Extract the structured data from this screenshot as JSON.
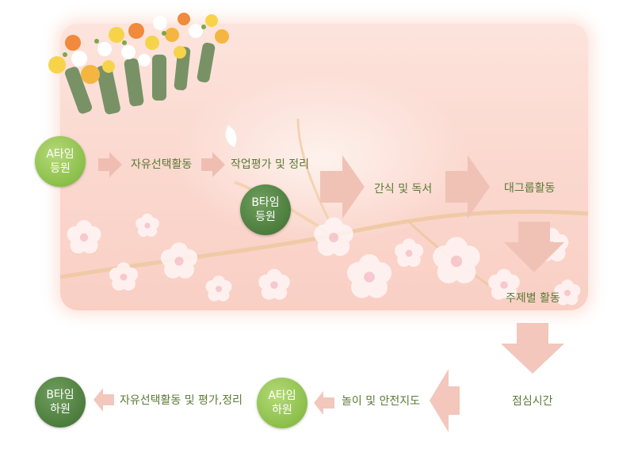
{
  "nodes": {
    "a_arrival": "A타임\n등원",
    "b_arrival": "B타임\n등원",
    "a_departure": "A타임\n하원",
    "b_departure": "B타임\n하원"
  },
  "steps": {
    "free_choice": "자유선택활동",
    "work_review": "작업평가 및 정리",
    "snack_reading": "간식 및 독서",
    "large_group": "대그룹활동",
    "theme_activity": "주제별 활동",
    "lunch": "점심시간",
    "play_safety": "놀이 및 안전지도",
    "free_choice_review": "자유선택활동 및 평가,정리"
  },
  "colors": {
    "node_a": "#8bbf4a",
    "node_b": "#4d7d3d",
    "step_text": "#5b7a35",
    "arrow": "#f3c6bc",
    "panel": "#fbd9d0"
  }
}
